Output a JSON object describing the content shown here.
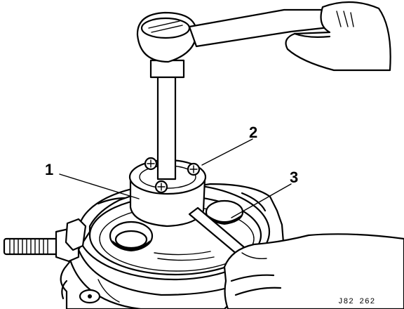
{
  "figure": {
    "callouts": [
      {
        "id": "1",
        "label": "1"
      },
      {
        "id": "2",
        "label": "2"
      },
      {
        "id": "3",
        "label": "3"
      }
    ],
    "figure_code": "J82 262",
    "colors": {
      "ink": "#000000",
      "background": "#ffffff"
    }
  }
}
